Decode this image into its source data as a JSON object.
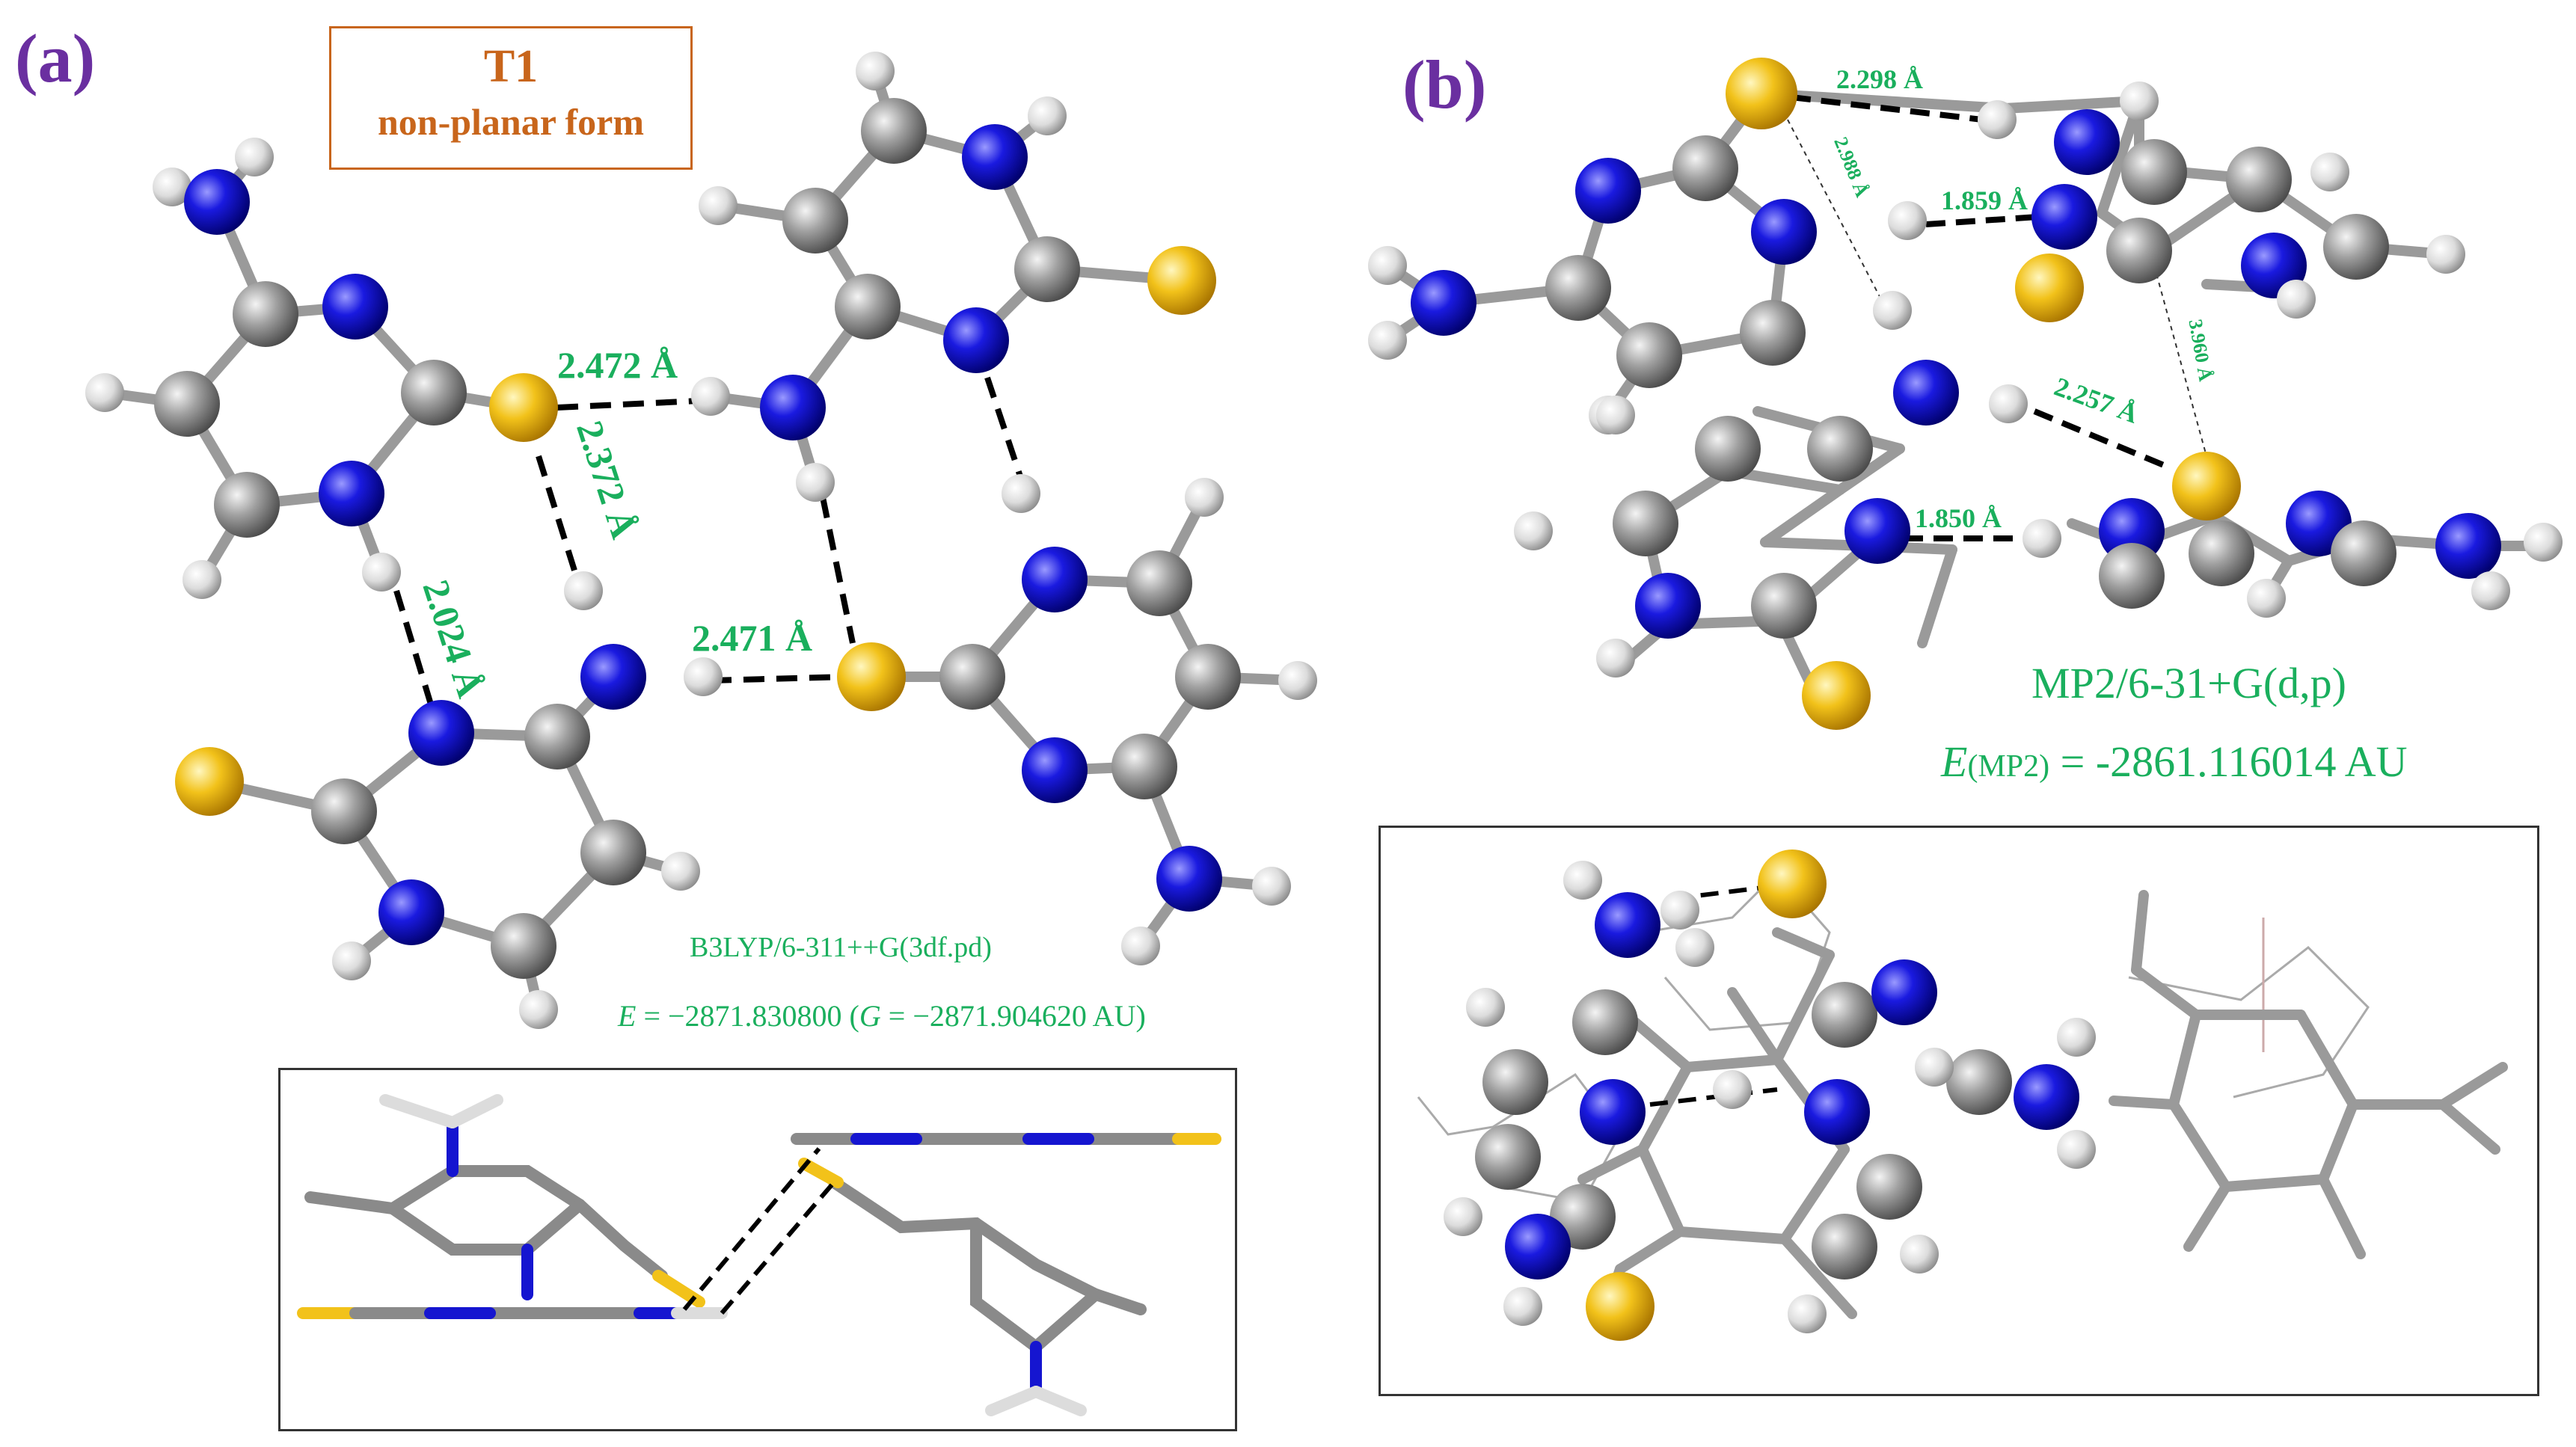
{
  "panel_a": {
    "label": "(a)",
    "box_title": "T1",
    "box_subtitle": "non-planar form",
    "distances": [
      "2.472 Å",
      "2.372 Å",
      "2.024 Å",
      "2.471 Å"
    ],
    "method": "B3LYP/6-311++G(3df.pd)",
    "energy_prefix": "E",
    "energy_rest": " = −2871.830800 (",
    "energy_g": "G",
    "energy_end": " = −2871.904620 AU)"
  },
  "panel_b": {
    "label": "(b)",
    "distances": [
      "2.298 Å",
      "2.988 Å",
      "1.859 Å",
      "2.257 Å",
      "3.960 Å",
      "1.850 Å"
    ],
    "method": "MP2/6-31+G(d,p)",
    "energy_prefix": "E",
    "energy_sub": "(MP2)",
    "energy_value": " =  -2861.116014 AU"
  },
  "colors": {
    "carbon": "#8a8a8a",
    "nitrogen": "#1010c8",
    "sulfur": "#f2c21a",
    "hydrogen": "#e8e8e8",
    "distance_text": "#1aaf5d",
    "panel_label": "#6a2fa0",
    "box": "#c8651b"
  }
}
